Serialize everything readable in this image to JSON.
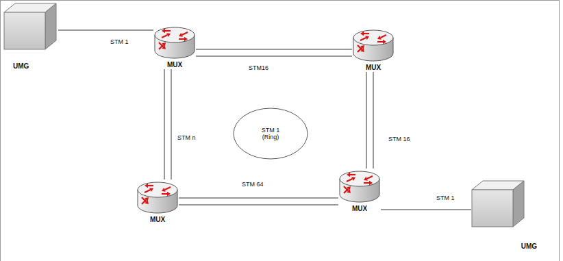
{
  "diagram": {
    "nodes": [
      {
        "text": [
          "UMG"
        ]
      },
      {
        "text": [
          "MUX"
        ]
      },
      {
        "text": [
          "MUX"
        ]
      },
      {
        "text": [
          "STM 1 (Ring)"
        ]
      },
      {
        "text": [
          "MUX"
        ]
      },
      {
        "text": [
          "MUX"
        ]
      },
      {
        "text": [
          "UMG"
        ]
      }
    ],
    "edges": [
      {
        "from": 0,
        "to": 1,
        "arrow": "none",
        "label": "STM 1"
      },
      {
        "from": 1,
        "to": 2,
        "arrow": "none",
        "label": "STM16"
      },
      {
        "from": 1,
        "to": 4,
        "arrow": "none",
        "label": "STM n"
      },
      {
        "from": 2,
        "to": 5,
        "arrow": "none",
        "label": "STM 16"
      },
      {
        "from": 4,
        "to": 5,
        "arrow": "none",
        "label": "STM 64"
      },
      {
        "from": 5,
        "to": 6,
        "arrow": "none",
        "label": "STM 1"
      }
    ]
  }
}
